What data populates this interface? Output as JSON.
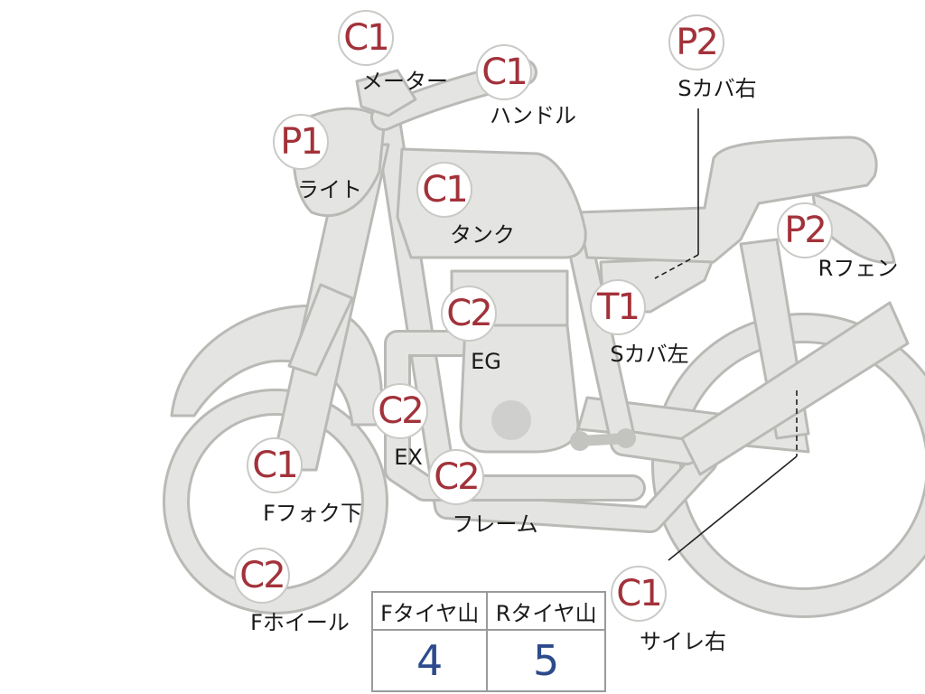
{
  "parts": {
    "meter": {
      "code": "C1",
      "label": "メーター"
    },
    "handle": {
      "code": "C1",
      "label": "ハンドル"
    },
    "light": {
      "code": "P1",
      "label": "ライト"
    },
    "tank": {
      "code": "C1",
      "label": "タンク"
    },
    "engine": {
      "code": "C2",
      "label": "EG"
    },
    "exhaust": {
      "code": "C2",
      "label": "EX"
    },
    "fork_lower": {
      "code": "C1",
      "label": "Fフォク下"
    },
    "frame": {
      "code": "C2",
      "label": "フレーム"
    },
    "front_wheel": {
      "code": "C2",
      "label": "Fホイール"
    },
    "side_cover_r": {
      "code": "P2",
      "label": "Sカバ右"
    },
    "rear_fender": {
      "code": "P2",
      "label": "Rフェン"
    },
    "side_cover_l": {
      "code": "T1",
      "label": "Sカバ左"
    },
    "muffler_r": {
      "code": "C1",
      "label": "サイレ右"
    }
  },
  "tread": {
    "front_header": "Fタイヤ山",
    "rear_header": "Rタイヤ山",
    "front_value": "4",
    "rear_value": "5"
  }
}
